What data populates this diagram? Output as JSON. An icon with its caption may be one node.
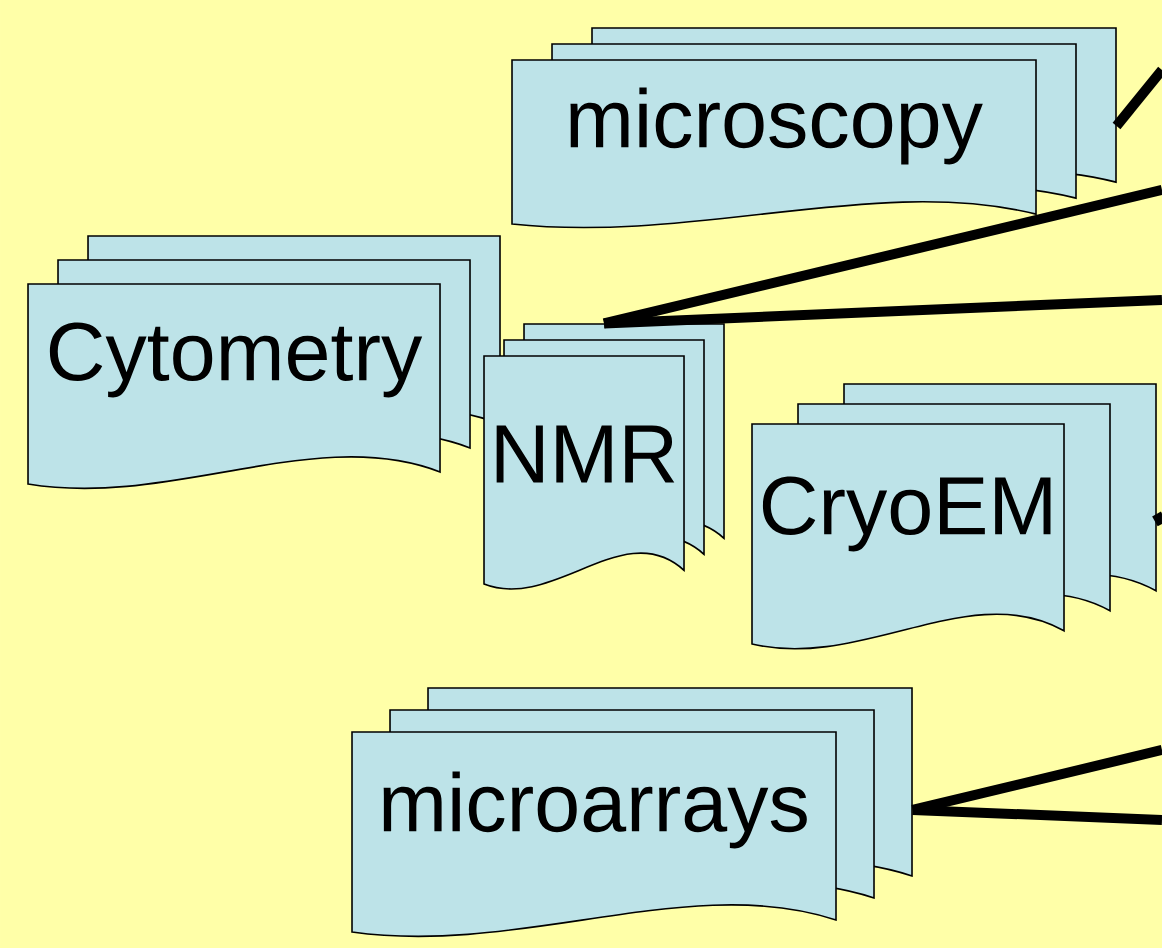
{
  "diagram": {
    "nodes": [
      {
        "text": [
          "microscopy"
        ]
      },
      {
        "text": [
          "Cytometry"
        ]
      },
      {
        "text": [
          "NMR"
        ]
      },
      {
        "text": [
          "CryoEM"
        ]
      },
      {
        "text": [
          "microarrays"
        ]
      }
    ],
    "edges": [
      {
        "from": 0,
        "to": null,
        "arrow": "none"
      },
      {
        "from": 2,
        "to": null,
        "arrow": "none"
      },
      {
        "from": 2,
        "to": null,
        "arrow": "none"
      },
      {
        "from": 3,
        "to": null,
        "arrow": "none"
      },
      {
        "from": 4,
        "to": null,
        "arrow": "none"
      },
      {
        "from": 4,
        "to": null,
        "arrow": "none"
      }
    ]
  }
}
